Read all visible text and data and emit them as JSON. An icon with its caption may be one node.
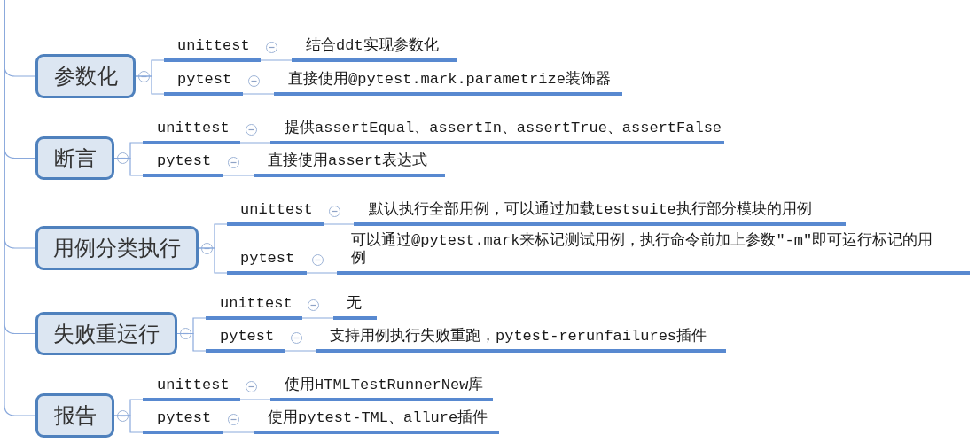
{
  "diagram": {
    "nodes": [
      {
        "text": [
          "参数化"
        ]
      },
      {
        "text": [
          "unittest"
        ]
      },
      {
        "text": [
          "结合ddt实现参数化"
        ]
      },
      {
        "text": [
          "pytest"
        ]
      },
      {
        "text": [
          "直接使用@pytest.mark.parametrize装饰器"
        ]
      },
      {
        "text": [
          "断言"
        ]
      },
      {
        "text": [
          "unittest"
        ]
      },
      {
        "text": [
          "提供assertEqual、assertIn、assertTrue、assertFalse"
        ]
      },
      {
        "text": [
          "pytest"
        ]
      },
      {
        "text": [
          "直接使用assert表达式"
        ]
      },
      {
        "text": [
          "用例分类执行"
        ]
      },
      {
        "text": [
          "unittest"
        ]
      },
      {
        "text": [
          "默认执行全部用例，可以通过加载testsuite执行部分模块的用例"
        ]
      },
      {
        "text": [
          "pytest"
        ]
      },
      {
        "text": [
          "可以通过@pytest.mark来标记测试用例，执行命令前加上参数\"-m\"即可运行标记的用例"
        ]
      },
      {
        "text": [
          "失败重运行"
        ]
      },
      {
        "text": [
          "unittest"
        ]
      },
      {
        "text": [
          "无"
        ]
      },
      {
        "text": [
          "pytest"
        ]
      },
      {
        "text": [
          "支持用例执行失败重跑，pytest-rerunfailures插件"
        ]
      },
      {
        "text": [
          "报告"
        ]
      },
      {
        "text": [
          "unittest"
        ]
      },
      {
        "text": [
          "使用HTMLTestRunnerNew库"
        ]
      },
      {
        "text": [
          "pytest"
        ]
      },
      {
        "text": [
          "使用pytest-TML、allure插件"
        ]
      }
    ],
    "edges": [
      {
        "from": null,
        "to": 0,
        "arrow": "none"
      },
      {
        "from": 0,
        "to": 1,
        "arrow": "none"
      },
      {
        "from": 0,
        "to": 3,
        "arrow": "none"
      },
      {
        "from": 1,
        "to": 2,
        "arrow": "none"
      },
      {
        "from": 3,
        "to": 4,
        "arrow": "none"
      },
      {
        "from": null,
        "to": 5,
        "arrow": "none"
      },
      {
        "from": 5,
        "to": 6,
        "arrow": "none"
      },
      {
        "from": 5,
        "to": 8,
        "arrow": "none"
      },
      {
        "from": 6,
        "to": 7,
        "arrow": "none"
      },
      {
        "from": 8,
        "to": 9,
        "arrow": "none"
      },
      {
        "from": null,
        "to": 10,
        "arrow": "none"
      },
      {
        "from": 10,
        "to": 11,
        "arrow": "none"
      },
      {
        "from": 10,
        "to": 13,
        "arrow": "none"
      },
      {
        "from": 11,
        "to": 12,
        "arrow": "none"
      },
      {
        "from": 13,
        "to": 14,
        "arrow": "none"
      },
      {
        "from": null,
        "to": 15,
        "arrow": "none"
      },
      {
        "from": 15,
        "to": 16,
        "arrow": "none"
      },
      {
        "from": 15,
        "to": 18,
        "arrow": "none"
      },
      {
        "from": 16,
        "to": 17,
        "arrow": "none"
      },
      {
        "from": 18,
        "to": 19,
        "arrow": "none"
      },
      {
        "from": null,
        "to": 20,
        "arrow": "none"
      },
      {
        "from": 20,
        "to": 21,
        "arrow": "none"
      },
      {
        "from": 20,
        "to": 23,
        "arrow": "none"
      },
      {
        "from": 21,
        "to": 22,
        "arrow": "none"
      },
      {
        "from": 23,
        "to": 24,
        "arrow": "none"
      }
    ]
  }
}
